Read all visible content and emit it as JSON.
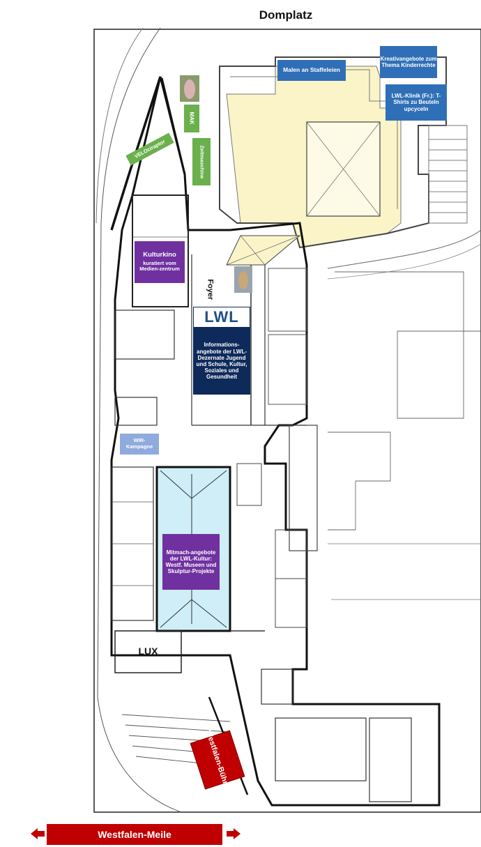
{
  "map": {
    "title": "Domplatz",
    "labels": {
      "malen": "Malen an Staffeleien",
      "kreativ": "Kreativangebote zum Thema Kinderrechte",
      "lwl_klinik": "LWL-Klinik (Fr.): T-Shirts zu Beuteln upcyceln",
      "mak": "MAK",
      "zeitmaschine": "Zeitmaschine",
      "velociraptor": "VELOciraptor",
      "kulturkino": "Kulturkino",
      "kulturkino_sub": "kuratiert vom Medien-zentrum",
      "foyer": "Foyer",
      "lwl_logo": "LWL",
      "lwl_info": "Informations-angebote der LWL-Dezernate Jugend und Schule, Kultur, Soziales und Gesundheit",
      "wir": "WIR-Kampagne",
      "mitmach": "Mitmach-angebote der LWL-Kultur: Westf. Museen und Skulptur-Projekte",
      "lux": "LUX",
      "westfalen_buehne": "Westfalen-Bühne",
      "westfalen_meile": "Westfalen-Meile"
    },
    "colors": {
      "blue": "#2f6fb7",
      "purple": "#7030a0",
      "green": "#6ab04c",
      "navy": "#0e2a5a",
      "light_blue": "#8faadc",
      "red": "#c00000",
      "yellow_area": "#faf4c8",
      "cyan_area": "#cfeef7"
    }
  }
}
